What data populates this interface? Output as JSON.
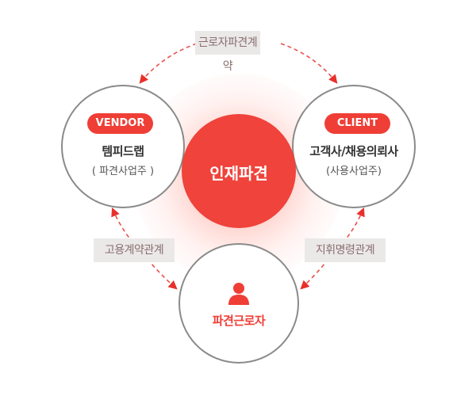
{
  "center": {
    "label": "인재파견"
  },
  "vendor": {
    "badge": "VENDOR",
    "name": "템피드랩",
    "sub": "( 파견사업주 )"
  },
  "client": {
    "badge": "CLIENT",
    "name": "고객사/채용의뢰사",
    "sub": "(사용사업주)"
  },
  "worker": {
    "name": "파견근로자",
    "icon": "person-icon"
  },
  "relations": {
    "top": "근로자파견계약",
    "left": "고용계약관계",
    "right": "지휘명령관계"
  },
  "colors": {
    "accent": "#ef3e36",
    "label_bg": "#ebe8e8",
    "circle_border": "#8a8a8a"
  }
}
